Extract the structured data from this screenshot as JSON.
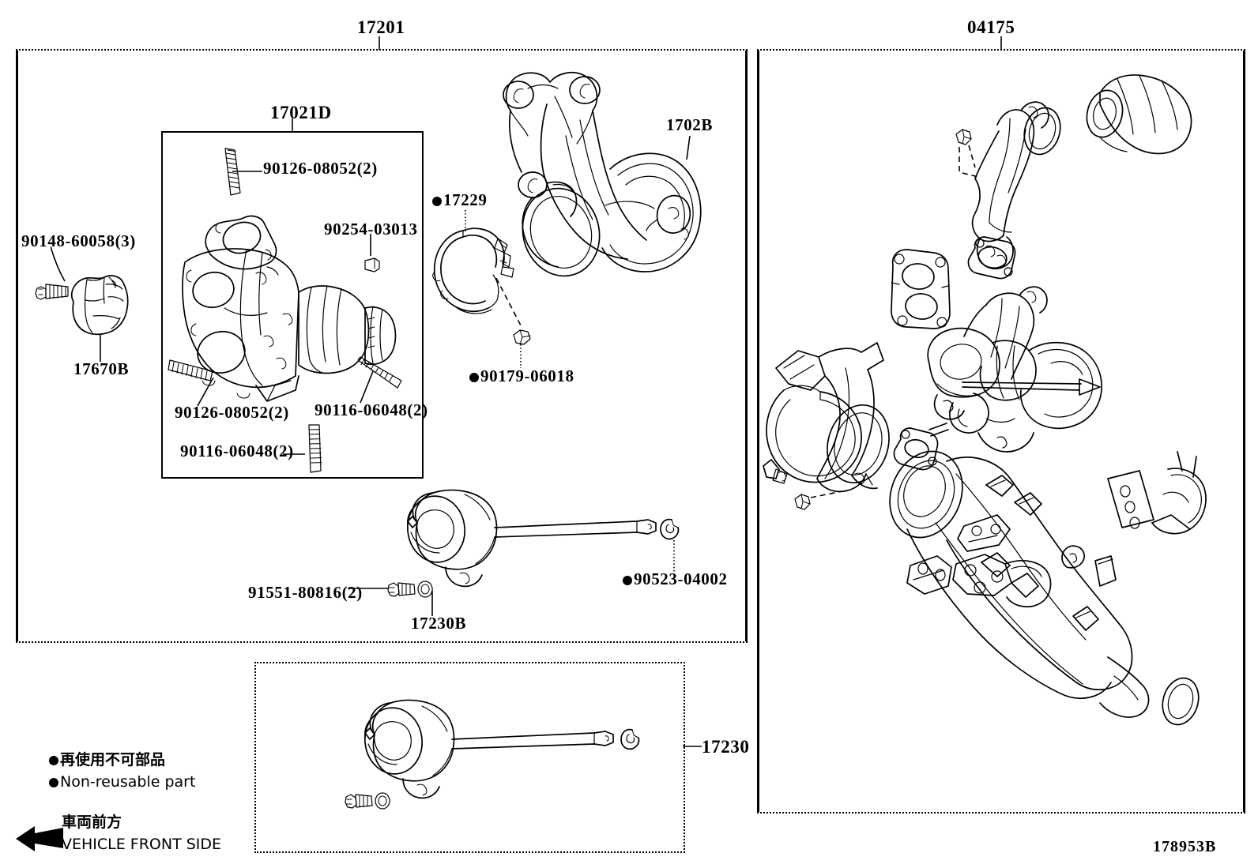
{
  "diagram": {
    "drawing_number": "178953B",
    "groups": [
      {
        "id": "group-17201",
        "label": "17201"
      },
      {
        "id": "group-04175",
        "label": "04175"
      },
      {
        "id": "group-17230",
        "label": "17230"
      },
      {
        "id": "subgroup-17021D",
        "label": "17021D"
      }
    ],
    "callouts": [
      {
        "id": "c-90148-60058",
        "text": "90148-60058(3)",
        "non_reusable": false
      },
      {
        "id": "c-17670B",
        "text": "17670B",
        "non_reusable": false
      },
      {
        "id": "c-90126-08052-top",
        "text": "90126-08052(2)",
        "non_reusable": false
      },
      {
        "id": "c-90254-03013",
        "text": "90254-03013",
        "non_reusable": false
      },
      {
        "id": "c-90126-08052-bottom",
        "text": "90126-08052(2)",
        "non_reusable": false
      },
      {
        "id": "c-90116-06048-right",
        "text": "90116-06048(2)",
        "non_reusable": false
      },
      {
        "id": "c-90116-06048-bottom",
        "text": "90116-06048(2)",
        "non_reusable": false
      },
      {
        "id": "c-17229",
        "text": "17229",
        "non_reusable": true
      },
      {
        "id": "c-90179-06018",
        "text": "90179-06018",
        "non_reusable": true
      },
      {
        "id": "c-1702B",
        "text": "1702B",
        "non_reusable": false
      },
      {
        "id": "c-91551-80816",
        "text": "91551-80816(2)",
        "non_reusable": false
      },
      {
        "id": "c-17230B",
        "text": "17230B",
        "non_reusable": false
      },
      {
        "id": "c-90523-04002",
        "text": "90523-04002",
        "non_reusable": true
      }
    ],
    "legend": {
      "non_reusable_jp": "再使用不可部品",
      "non_reusable_en": "Non-reusable part",
      "front_jp": "車両前方",
      "front_en": "VEHICLE FRONT SIDE"
    }
  }
}
